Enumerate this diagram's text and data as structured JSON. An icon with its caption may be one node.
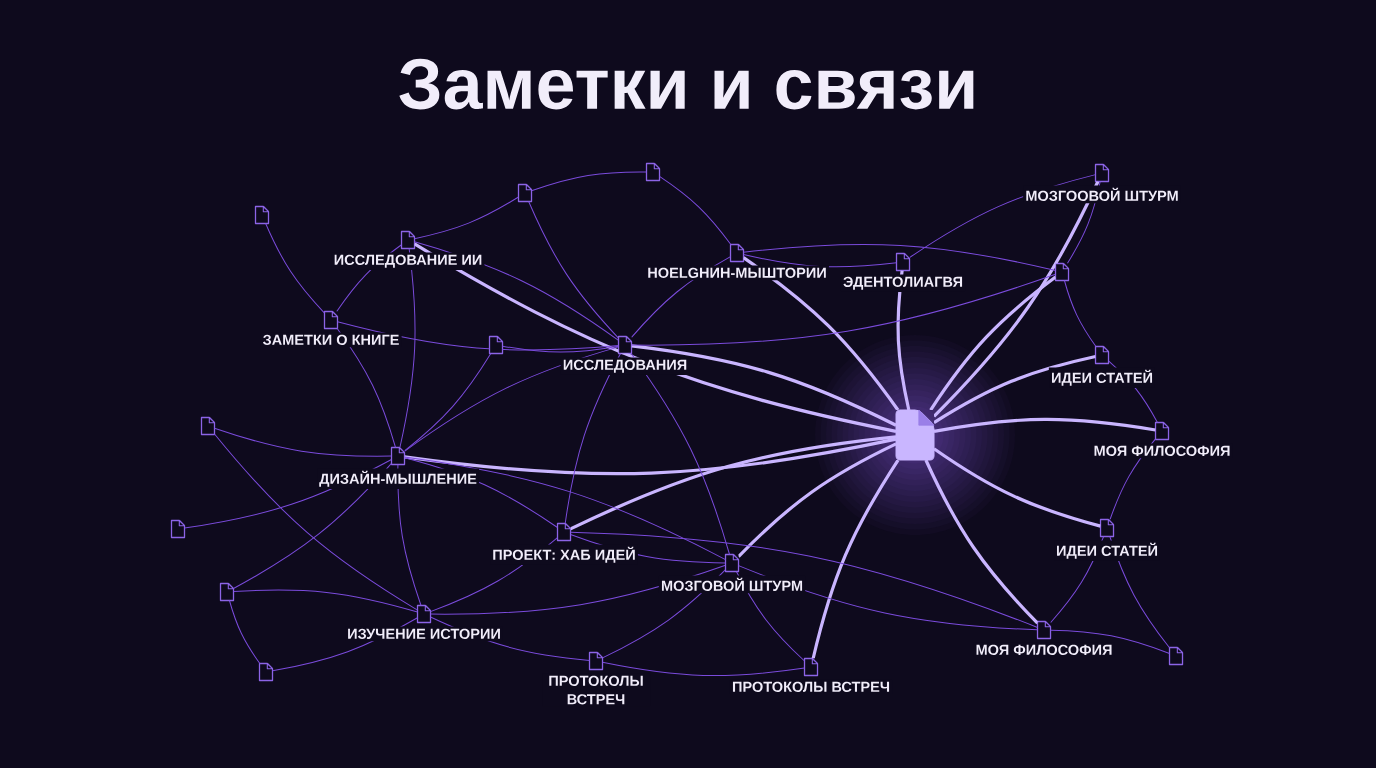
{
  "diagram": {
    "title": "Заметки и связи",
    "nodes": [
      {
        "text": [],
        "shape": "document"
      },
      {
        "text": [],
        "shape": "document"
      },
      {
        "text": [
          "МОЗГООВОЙ ШТУРМ"
        ]
      },
      {
        "text": [],
        "shape": "document"
      },
      {
        "text": [
          "ИССЛЕДОВАНИЕ ИИ"
        ]
      },
      {
        "text": [
          "НОЕLGНИН-МЫШТОРИИ"
        ]
      },
      {
        "text": [
          "ЭДЕНТОЛИАГВЯ"
        ]
      },
      {
        "text": [],
        "shape": "document"
      },
      {
        "text": [
          "ЗАМЕТКИ О КНИГЕ"
        ]
      },
      {
        "text": [],
        "shape": "document"
      },
      {
        "text": [
          "ИССЛЕДОВАНИЯ"
        ]
      },
      {
        "text": [
          "ИДЕИ СТАТЕЙ"
        ]
      },
      {
        "text": [],
        "shape": "document"
      },
      {
        "text": [],
        "shape": "document"
      },
      {
        "text": [
          "МОЯ ФИЛОСОФИЯ"
        ]
      },
      {
        "text": [
          "ДИЗАЙН-МЫШЛЕНИЕ"
        ]
      },
      {
        "text": [],
        "shape": "document"
      },
      {
        "text": [
          "ПРОЕКТ: ХАБ ИДЕЙ"
        ]
      },
      {
        "text": [
          "ИДЕИ СТАТЕЙ"
        ]
      },
      {
        "text": [
          "МОЗГОВОЙ ШТУРМ"
        ]
      },
      {
        "text": [],
        "shape": "document"
      },
      {
        "text": [
          "ИЗУЧЕНИЕ ИСТОРИИ"
        ]
      },
      {
        "text": [
          "МОЯ ФИЛОСОФИЯ"
        ]
      },
      {
        "text": [],
        "shape": "document"
      },
      {
        "text": [
          "ПРОТОКОЛЫ ВСТРЕЧ"
        ]
      },
      {
        "text": [
          "ПРОТОКОЛЫ ВСТРЕЧ"
        ]
      },
      {
        "text": [],
        "shape": "document"
      }
    ],
    "edges": [
      {
        "from": 4,
        "to": 13,
        "arrow": "none",
        "style": "thick",
        "color": "#c9b5ff"
      },
      {
        "from": 5,
        "to": 13,
        "arrow": "none",
        "style": "thick",
        "color": "#c9b5ff"
      },
      {
        "from": 6,
        "to": 13,
        "arrow": "none",
        "style": "thick",
        "color": "#c9b5ff"
      },
      {
        "from": 2,
        "to": 13,
        "arrow": "none",
        "style": "thick",
        "color": "#c9b5ff"
      },
      {
        "from": 7,
        "to": 13,
        "arrow": "none",
        "style": "thick",
        "color": "#c9b5ff"
      },
      {
        "from": 10,
        "to": 13,
        "arrow": "none",
        "style": "thick",
        "color": "#c9b5ff"
      },
      {
        "from": 11,
        "to": 13,
        "arrow": "none",
        "style": "thick",
        "color": "#c9b5ff"
      },
      {
        "from": 13,
        "to": 14,
        "arrow": "none",
        "style": "thick",
        "color": "#c9b5ff"
      },
      {
        "from": 15,
        "to": 13,
        "arrow": "none",
        "style": "thick",
        "color": "#c9b5ff"
      },
      {
        "from": 17,
        "to": 13,
        "arrow": "none",
        "style": "thick",
        "color": "#c9b5ff"
      },
      {
        "from": 13,
        "to": 18,
        "arrow": "none",
        "style": "thick",
        "color": "#c9b5ff"
      },
      {
        "from": 19,
        "to": 13,
        "arrow": "none",
        "style": "thick",
        "color": "#c9b5ff"
      },
      {
        "from": 13,
        "to": 22,
        "arrow": "none",
        "style": "thick",
        "color": "#c9b5ff"
      },
      {
        "from": 25,
        "to": 13,
        "arrow": "none",
        "style": "thick",
        "color": "#c9b5ff"
      },
      {
        "from": 3,
        "to": 8,
        "arrow": "none"
      },
      {
        "from": 1,
        "to": 4,
        "arrow": "none"
      },
      {
        "from": 0,
        "to": 1,
        "arrow": "none"
      },
      {
        "from": 0,
        "to": 5,
        "arrow": "none"
      },
      {
        "from": 1,
        "to": 10,
        "arrow": "none"
      },
      {
        "from": 4,
        "to": 10,
        "arrow": "none"
      },
      {
        "from": 4,
        "to": 8,
        "arrow": "none"
      },
      {
        "from": 4,
        "to": 15,
        "arrow": "none"
      },
      {
        "from": 8,
        "to": 10,
        "arrow": "none"
      },
      {
        "from": 8,
        "to": 15,
        "arrow": "none"
      },
      {
        "from": 9,
        "to": 10,
        "arrow": "none"
      },
      {
        "from": 9,
        "to": 15,
        "arrow": "none"
      },
      {
        "from": 5,
        "to": 10,
        "arrow": "none"
      },
      {
        "from": 7,
        "to": 10,
        "arrow": "none"
      },
      {
        "from": 5,
        "to": 6,
        "arrow": "none"
      },
      {
        "from": 5,
        "to": 7,
        "arrow": "none"
      },
      {
        "from": 2,
        "to": 6,
        "arrow": "none"
      },
      {
        "from": 2,
        "to": 7,
        "arrow": "none"
      },
      {
        "from": 7,
        "to": 11,
        "arrow": "none"
      },
      {
        "from": 11,
        "to": 14,
        "arrow": "none"
      },
      {
        "from": 14,
        "to": 18,
        "arrow": "none"
      },
      {
        "from": 18,
        "to": 22,
        "arrow": "none"
      },
      {
        "from": 18,
        "to": 23,
        "arrow": "none"
      },
      {
        "from": 22,
        "to": 23,
        "arrow": "none"
      },
      {
        "from": 19,
        "to": 22,
        "arrow": "none"
      },
      {
        "from": 17,
        "to": 22,
        "arrow": "none"
      },
      {
        "from": 19,
        "to": 25,
        "arrow": "none"
      },
      {
        "from": 19,
        "to": 24,
        "arrow": "none"
      },
      {
        "from": 17,
        "to": 19,
        "arrow": "none"
      },
      {
        "from": 15,
        "to": 17,
        "arrow": "none"
      },
      {
        "from": 10,
        "to": 17,
        "arrow": "none"
      },
      {
        "from": 17,
        "to": 21,
        "arrow": "none"
      },
      {
        "from": 12,
        "to": 15,
        "arrow": "none"
      },
      {
        "from": 15,
        "to": 16,
        "arrow": "none"
      },
      {
        "from": 15,
        "to": 21,
        "arrow": "none"
      },
      {
        "from": 15,
        "to": 20,
        "arrow": "none"
      },
      {
        "from": 12,
        "to": 21,
        "arrow": "none"
      },
      {
        "from": 20,
        "to": 21,
        "arrow": "none"
      },
      {
        "from": 20,
        "to": 26,
        "arrow": "none"
      },
      {
        "from": 21,
        "to": 26,
        "arrow": "none"
      },
      {
        "from": 21,
        "to": 24,
        "arrow": "none"
      },
      {
        "from": 19,
        "to": 21,
        "arrow": "none"
      },
      {
        "from": 24,
        "to": 25,
        "arrow": "none"
      },
      {
        "from": 10,
        "to": 19,
        "arrow": "none"
      },
      {
        "from": 10,
        "to": 15,
        "arrow": "none"
      },
      {
        "from": 15,
        "to": 19,
        "arrow": "none"
      }
    ]
  }
}
